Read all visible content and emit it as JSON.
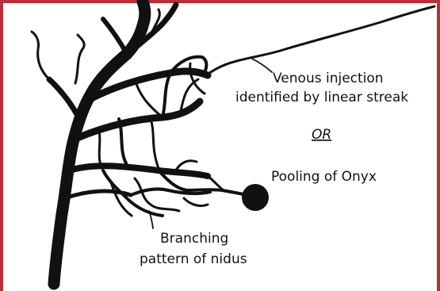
{
  "colors": {
    "frame": "#b5323c",
    "ink": "#111111",
    "background": "#ffffff"
  },
  "labels": {
    "venous_line1": "Venous injection",
    "venous_line2": "identified by linear streak",
    "or": "OR",
    "pooling": "Pooling of Onyx",
    "branching_line1": "Branching",
    "branching_line2": "pattern of nidus"
  }
}
